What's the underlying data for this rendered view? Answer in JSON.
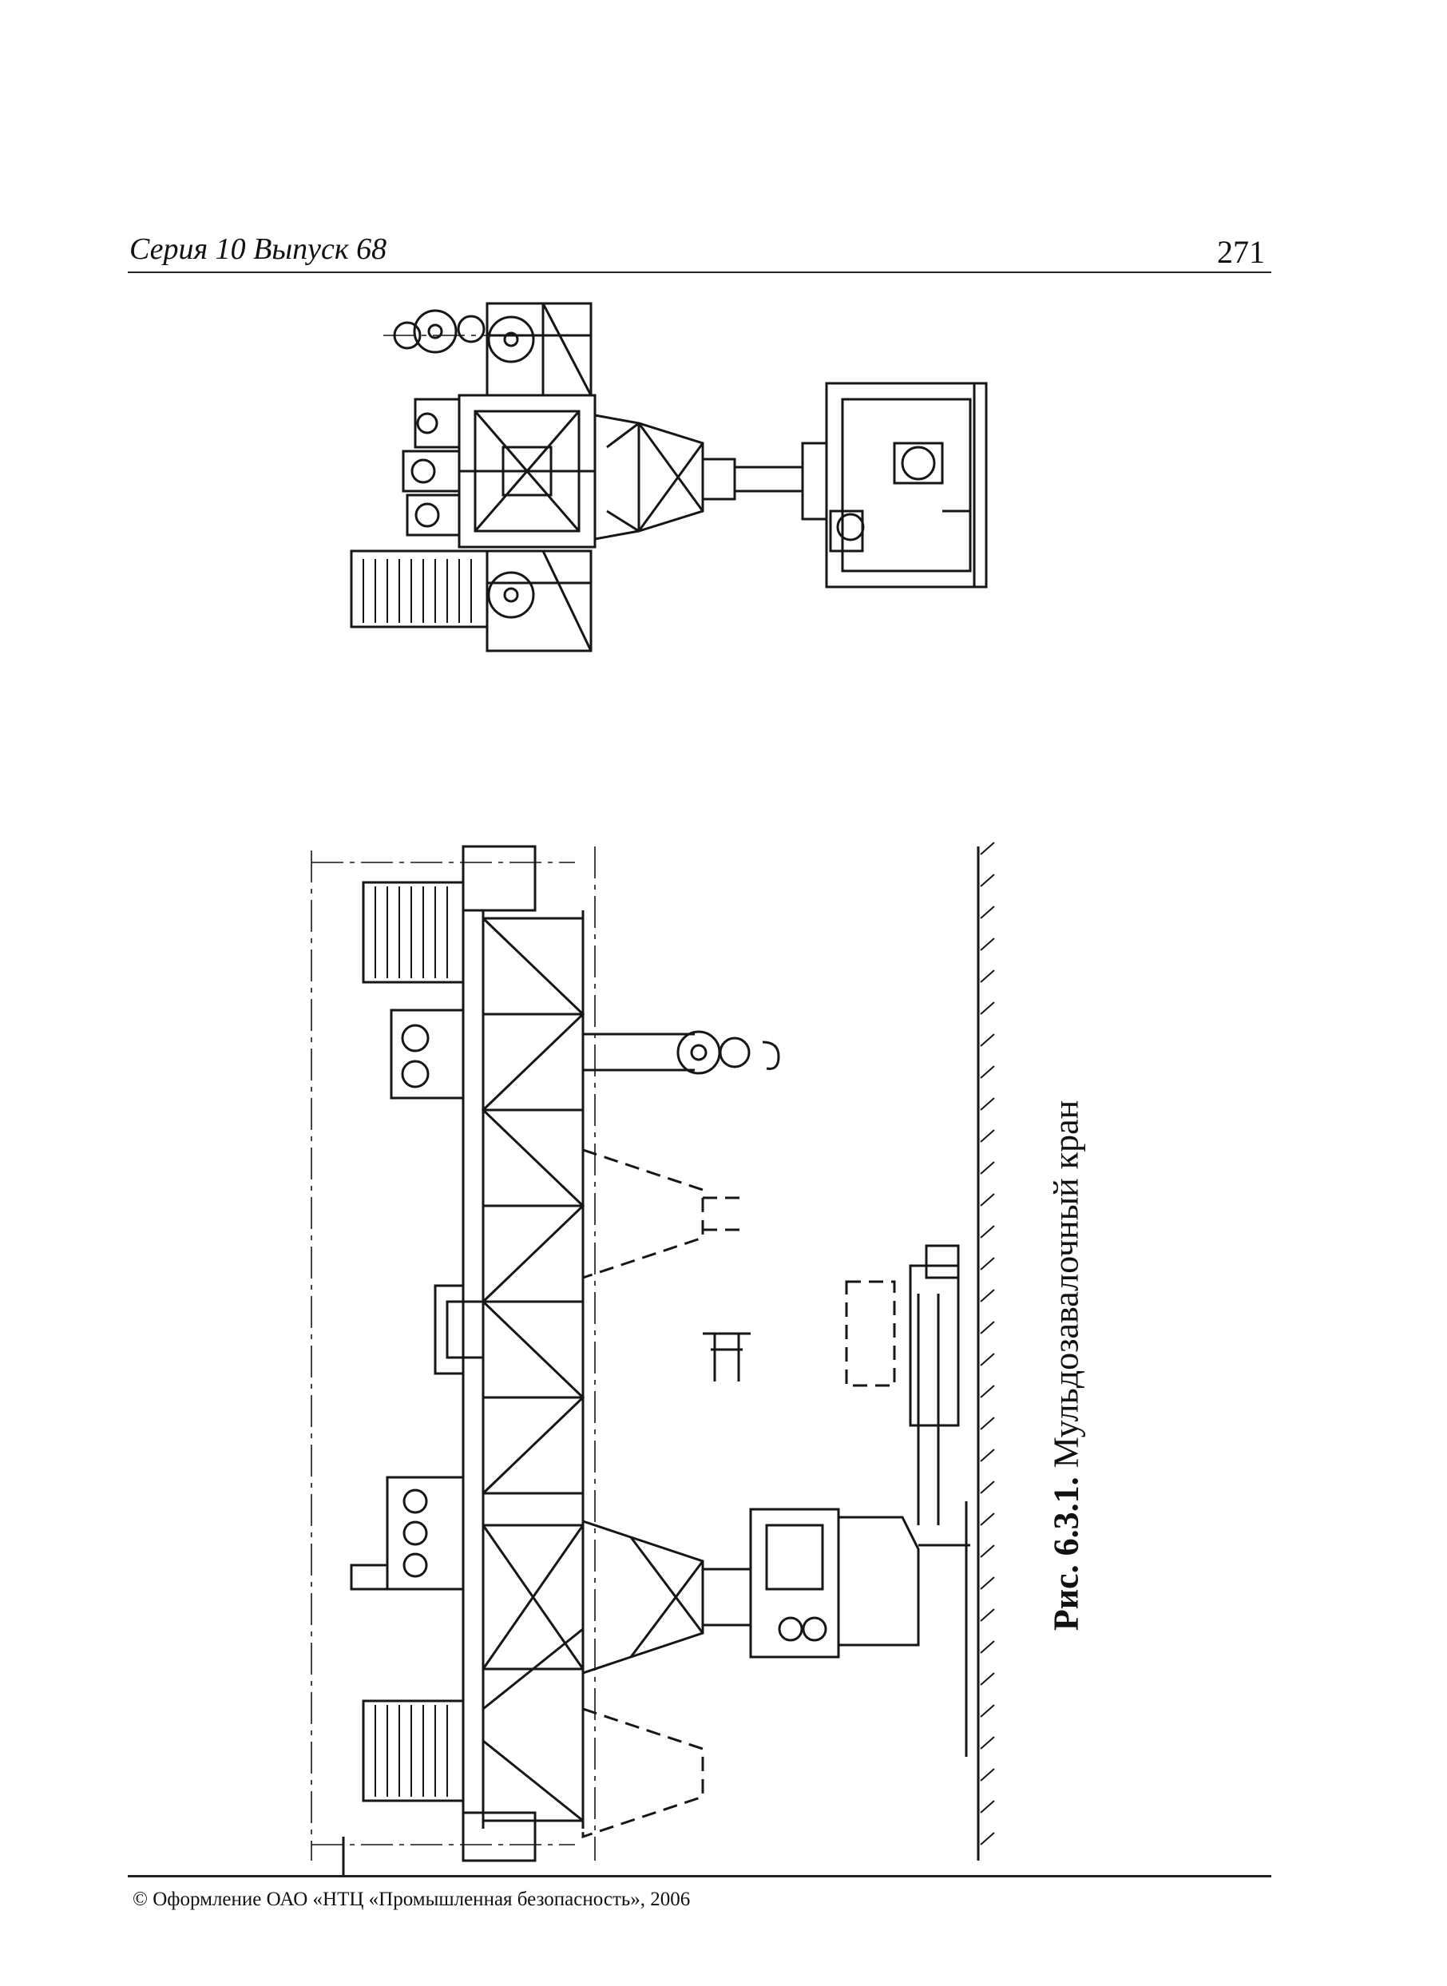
{
  "header": {
    "series": "Серия 10 Выпуск 68",
    "page_number": "271"
  },
  "figure": {
    "label": "Рис. 6.3.1.",
    "title": "Мульдозавалочный кран"
  },
  "footer": {
    "copyright": "© Оформление ОАО «НТЦ «Промышленная безопасность», 2006"
  }
}
